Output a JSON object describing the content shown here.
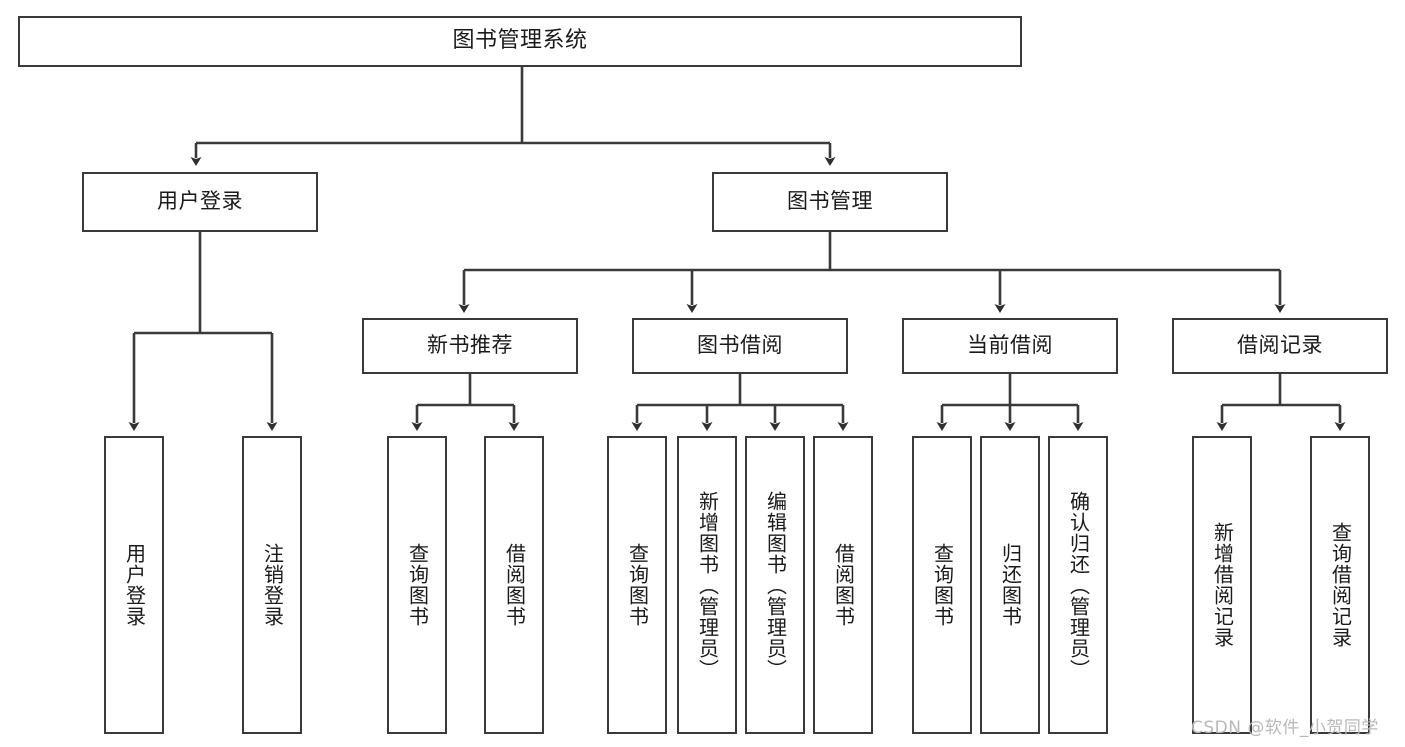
{
  "diagram": {
    "type": "tree-hierarchy-chart",
    "title": "图书管理系统",
    "background_color": "#ffffff",
    "line_color": "#3a3a3a",
    "text_color": "#1a1a1a",
    "watermark": "CSDN @软件_小贺同学",
    "watermark_color": "#b9b9b9"
  },
  "nodes": {
    "root": {
      "label": "图书管理系统"
    },
    "level2": [
      {
        "label": "用户登录"
      },
      {
        "label": "图书管理"
      }
    ],
    "level3": [
      {
        "label": "新书推荐"
      },
      {
        "label": "图书借阅"
      },
      {
        "label": "当前借阅"
      },
      {
        "label": "借阅记录"
      }
    ],
    "leaves_user_login": [
      {
        "label": "用户登录"
      },
      {
        "label": "注销登录"
      }
    ],
    "leaves_new_book": [
      {
        "label": "查询图书"
      },
      {
        "label": "借阅图书"
      }
    ],
    "leaves_borrow": [
      {
        "label": "查询图书"
      },
      {
        "label": "新增图书（管理员）"
      },
      {
        "label": "编辑图书（管理员）"
      },
      {
        "label": "借阅图书"
      }
    ],
    "leaves_current": [
      {
        "label": "查询图书"
      },
      {
        "label": "归还图书"
      },
      {
        "label": "确认归还（管理员）"
      }
    ],
    "leaves_records": [
      {
        "label": "新增借阅记录"
      },
      {
        "label": "查询借阅记录"
      }
    ]
  }
}
